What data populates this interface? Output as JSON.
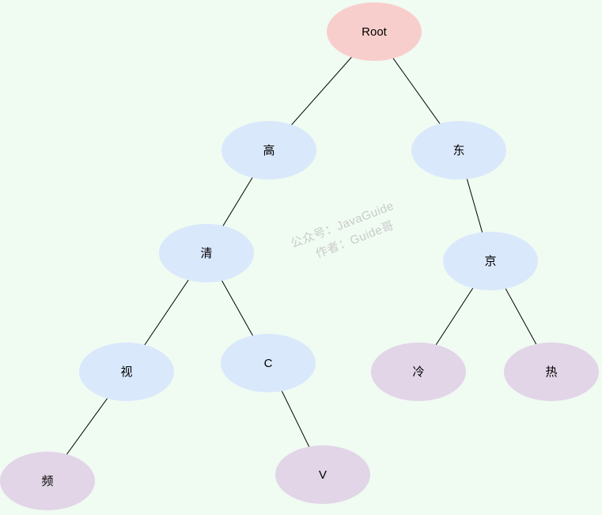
{
  "canvas": {
    "background": "#f0fbf2"
  },
  "colors": {
    "root_fill": "#f8cecc",
    "internal_fill": "#dae8fc",
    "leaf_fill": "#e1d5e7",
    "edge": "#000000",
    "label": "#000000",
    "watermark": "#c9cbc9"
  },
  "watermark": {
    "line1": "公众号：JavaGuide",
    "line2": "作者：Guide哥"
  },
  "tree": {
    "type": "trie",
    "nodes": [
      {
        "id": "root",
        "label": "Root"
      },
      {
        "id": "gao",
        "label": "高"
      },
      {
        "id": "dong",
        "label": "东"
      },
      {
        "id": "qing",
        "label": "清"
      },
      {
        "id": "jing",
        "label": "京"
      },
      {
        "id": "shi",
        "label": "视"
      },
      {
        "id": "c",
        "label": "C"
      },
      {
        "id": "leng",
        "label": "冷"
      },
      {
        "id": "re",
        "label": "热"
      },
      {
        "id": "pin",
        "label": "频"
      },
      {
        "id": "v",
        "label": "V"
      }
    ],
    "edges": [
      [
        "Root",
        "高"
      ],
      [
        "Root",
        "东"
      ],
      [
        "高",
        "清"
      ],
      [
        "东",
        "京"
      ],
      [
        "清",
        "视"
      ],
      [
        "清",
        "C"
      ],
      [
        "京",
        "冷"
      ],
      [
        "京",
        "热"
      ],
      [
        "视",
        "频"
      ],
      [
        "C",
        "V"
      ]
    ]
  }
}
